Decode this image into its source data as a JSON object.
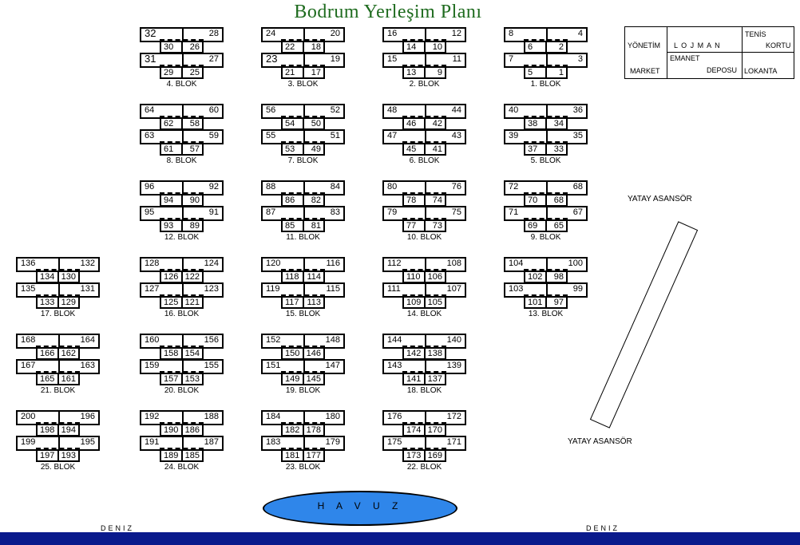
{
  "title": "Bodrum Yerleşim Planı",
  "blocks": [
    {
      "label": "1. BLOK",
      "top": [
        8,
        4,
        6,
        2
      ],
      "bottom": [
        7,
        3,
        5,
        1
      ]
    },
    {
      "label": "2. BLOK",
      "top": [
        16,
        12,
        14,
        10
      ],
      "bottom": [
        15,
        11,
        13,
        9
      ]
    },
    {
      "label": "3. BLOK",
      "top": [
        24,
        20,
        22,
        18
      ],
      "bottom": [
        23,
        19,
        21,
        17
      ]
    },
    {
      "label": "4. BLOK",
      "top": [
        32,
        28,
        30,
        26
      ],
      "bottom": [
        31,
        27,
        29,
        25
      ]
    },
    {
      "label": "5. BLOK",
      "top": [
        40,
        36,
        38,
        34
      ],
      "bottom": [
        39,
        35,
        37,
        33
      ]
    },
    {
      "label": "6. BLOK",
      "top": [
        48,
        44,
        46,
        42
      ],
      "bottom": [
        47,
        43,
        45,
        41
      ]
    },
    {
      "label": "7. BLOK",
      "top": [
        56,
        52,
        54,
        50
      ],
      "bottom": [
        55,
        51,
        53,
        49
      ]
    },
    {
      "label": "8. BLOK",
      "top": [
        64,
        60,
        62,
        58
      ],
      "bottom": [
        63,
        59,
        61,
        57
      ]
    },
    {
      "label": "9. BLOK",
      "top": [
        72,
        68,
        70,
        68
      ],
      "bottom": [
        71,
        67,
        69,
        65
      ]
    },
    {
      "label": "10. BLOK",
      "top": [
        80,
        76,
        78,
        74
      ],
      "bottom": [
        79,
        75,
        77,
        73
      ]
    },
    {
      "label": "11. BLOK",
      "top": [
        88,
        84,
        86,
        82
      ],
      "bottom": [
        87,
        83,
        85,
        81
      ]
    },
    {
      "label": "12. BLOK",
      "top": [
        96,
        92,
        94,
        90
      ],
      "bottom": [
        95,
        91,
        93,
        89
      ]
    },
    {
      "label": "13. BLOK",
      "top": [
        104,
        100,
        102,
        98
      ],
      "bottom": [
        103,
        99,
        101,
        97
      ]
    },
    {
      "label": "14. BLOK",
      "top": [
        112,
        108,
        110,
        106
      ],
      "bottom": [
        111,
        107,
        109,
        105
      ]
    },
    {
      "label": "15. BLOK",
      "top": [
        120,
        116,
        118,
        114
      ],
      "bottom": [
        119,
        115,
        117,
        113
      ]
    },
    {
      "label": "16. BLOK",
      "top": [
        128,
        124,
        126,
        122
      ],
      "bottom": [
        127,
        123,
        125,
        121
      ]
    },
    {
      "label": "17. BLOK",
      "top": [
        136,
        132,
        134,
        130
      ],
      "bottom": [
        135,
        131,
        133,
        129
      ]
    },
    {
      "label": "18. BLOK",
      "top": [
        144,
        140,
        142,
        138
      ],
      "bottom": [
        143,
        139,
        141,
        137
      ]
    },
    {
      "label": "19. BLOK",
      "top": [
        152,
        148,
        150,
        146
      ],
      "bottom": [
        151,
        147,
        149,
        145
      ]
    },
    {
      "label": "20. BLOK",
      "top": [
        160,
        156,
        158,
        154
      ],
      "bottom": [
        159,
        155,
        157,
        153
      ]
    },
    {
      "label": "21. BLOK",
      "top": [
        168,
        164,
        166,
        162
      ],
      "bottom": [
        167,
        163,
        165,
        161
      ]
    },
    {
      "label": "22. BLOK",
      "top": [
        176,
        172,
        174,
        170
      ],
      "bottom": [
        175,
        171,
        173,
        169
      ]
    },
    {
      "label": "23. BLOK",
      "top": [
        184,
        180,
        182,
        178
      ],
      "bottom": [
        183,
        179,
        181,
        177
      ]
    },
    {
      "label": "24. BLOK",
      "top": [
        192,
        188,
        190,
        186
      ],
      "bottom": [
        191,
        187,
        189,
        185
      ]
    },
    {
      "label": "25. BLOK",
      "top": [
        200,
        196,
        198,
        194
      ],
      "bottom": [
        199,
        195,
        197,
        193
      ]
    }
  ],
  "facilities": {
    "yonetim": "YÖNETİM",
    "lojman": "L O J M A N",
    "tenis_line1": "TENİS",
    "tenis_line2": "KORTU",
    "emanet": "EMANET",
    "deposu": "DEPOSU",
    "market": "MARKET",
    "lokanta": "LOKANTA"
  },
  "elevator_label_top": "YATAY ASANSÖR",
  "elevator_label_bottom": "YATAY ASANSÖR",
  "pool": "H A V U Z",
  "sea_left": "DENIZ",
  "sea_right": "DENIZ",
  "colors": {
    "title": "#1e6b1e",
    "pool": "#2f86ea",
    "sea": "#0a1a8c"
  }
}
